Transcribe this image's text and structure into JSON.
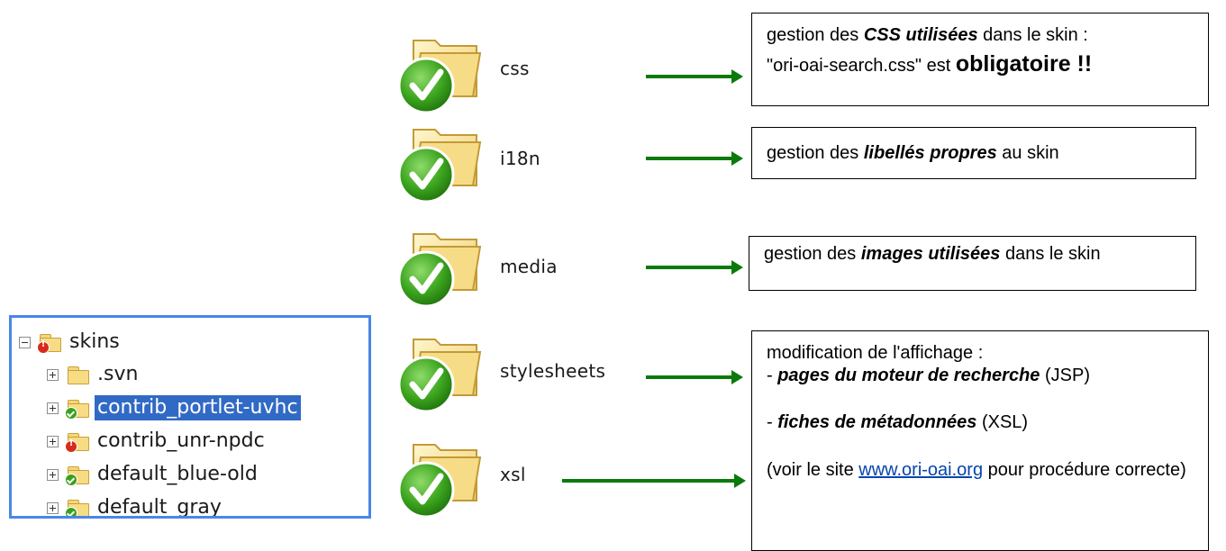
{
  "tree": {
    "root": "skins",
    "items": [
      ".svn",
      "contrib_portlet-uvhc",
      "contrib_unr-npdc",
      "default_blue-old",
      "default_gray"
    ],
    "selected": "contrib_portlet-uvhc"
  },
  "folders": [
    {
      "name": "css",
      "status": "ok"
    },
    {
      "name": "i18n",
      "status": "ok"
    },
    {
      "name": "media",
      "status": "ok"
    },
    {
      "name": "stylesheets",
      "status": "ok"
    },
    {
      "name": "xsl",
      "status": "ok"
    }
  ],
  "boxes": {
    "css": {
      "l1_a": "gestion des ",
      "l1_b": "CSS utilisées",
      "l1_c": " dans le skin :",
      "l2_a": "\"ori-oai-search.css\" est ",
      "l2_b": "obligatoire !!"
    },
    "i18n": {
      "a": "gestion des ",
      "b": "libellés propres",
      "c": " au skin"
    },
    "media": {
      "a": "gestion des ",
      "b": "images utilisées",
      "c": " dans le skin"
    },
    "stylesheets": {
      "l1": "modification de l'affichage :",
      "l2_a": "- ",
      "l2_b": "pages du moteur de recherche",
      "l2_c": " (JSP)",
      "l3_a": "- ",
      "l3_b": "fiches de métadonnées",
      "l3_c": " (XSL)",
      "l4_a": "(voir le site ",
      "l4_link": "www.ori-oai.org",
      "l4_b": " pour procédure correcte)"
    }
  },
  "colors": {
    "arrow": "#0a7a0a",
    "tree_border": "#4a86e8",
    "selection": "#316ac5",
    "link": "#0645ad"
  }
}
